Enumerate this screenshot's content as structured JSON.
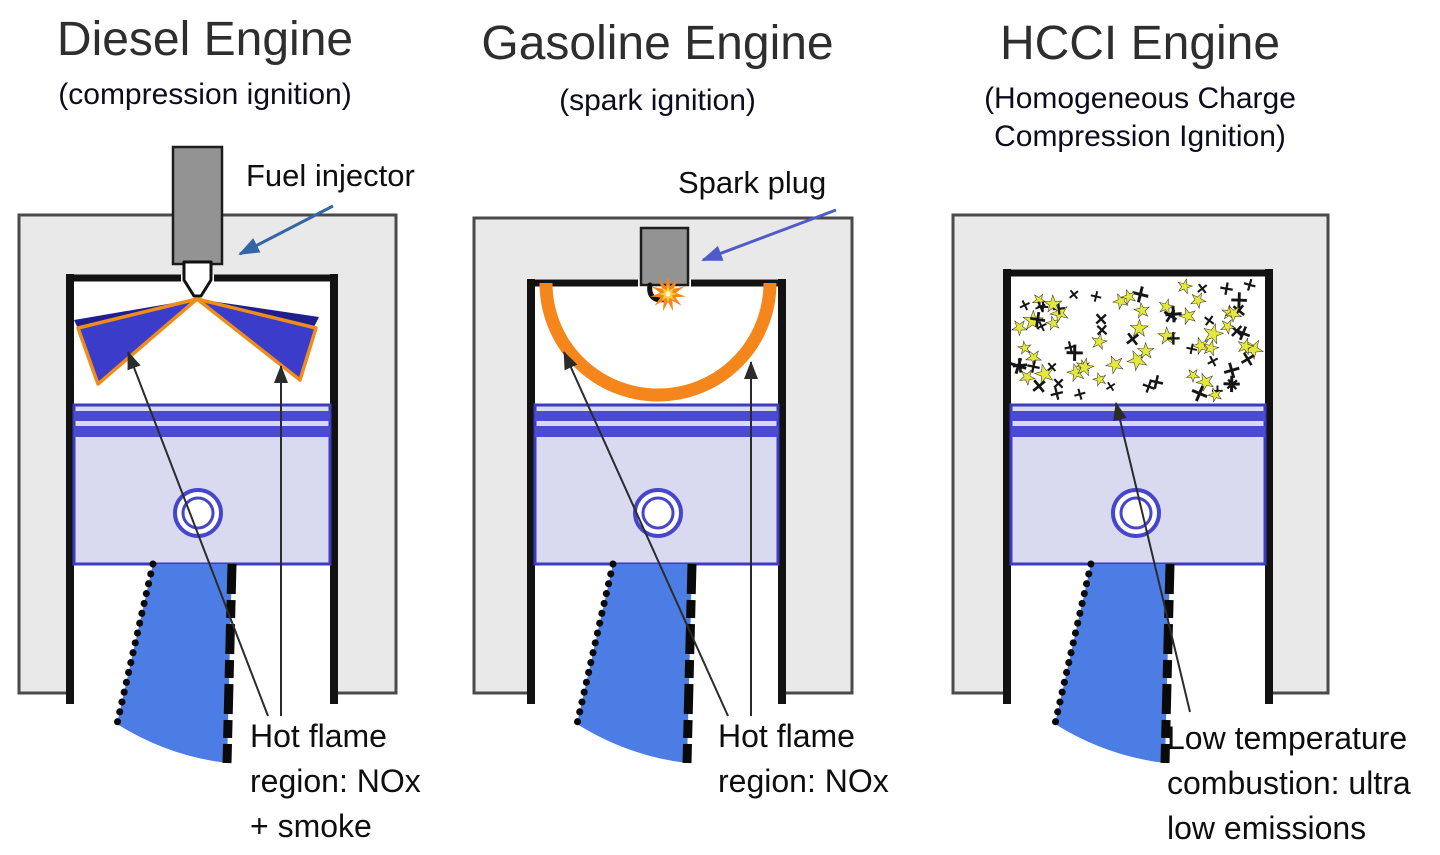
{
  "figure": {
    "description_visible_text_only": true
  },
  "panels": [
    {
      "title": "Diesel Engine",
      "subtitle": "(compression ignition)",
      "callout": "Fuel injector",
      "note_lines": [
        "Hot flame",
        "region: NOx",
        "+ smoke"
      ]
    },
    {
      "title": "Gasoline Engine",
      "subtitle": "(spark ignition)",
      "callout": "Spark plug",
      "note_lines": [
        "Hot flame",
        "region: NOx"
      ]
    },
    {
      "title": "HCCI Engine",
      "subtitle_lines": [
        "(Homogeneous Charge",
        "Compression Ignition)"
      ],
      "note_lines": [
        "Low temperature",
        "combustion: ultra",
        "low emissions"
      ]
    }
  ],
  "colors": {
    "block-fill": "#e9e9e9",
    "block-stroke": "#4a4a4a",
    "wall": "#121212",
    "metal": "#939393",
    "spray-blue": "#3c3ccb",
    "spray-navy": "#1f1f8f",
    "spray-orange": "#ef8c1a",
    "piston-body": "#d9d9f0",
    "piston-band": "#4a4ad2",
    "piston-border": "#3c3cc2",
    "pin": "#4646cc",
    "rod": "#4b7de4",
    "flame": "#f5861b",
    "star-fill": "#e4e83e",
    "callout-arrow-blue": "#3465a4",
    "callout-arrow-violet": "#4f5cc8",
    "note-arrow": "#2b2b2b",
    "title-color": "#2e2e2e",
    "subtitle-color": "#0c0c1c",
    "note-color": "#0e0e0e"
  }
}
